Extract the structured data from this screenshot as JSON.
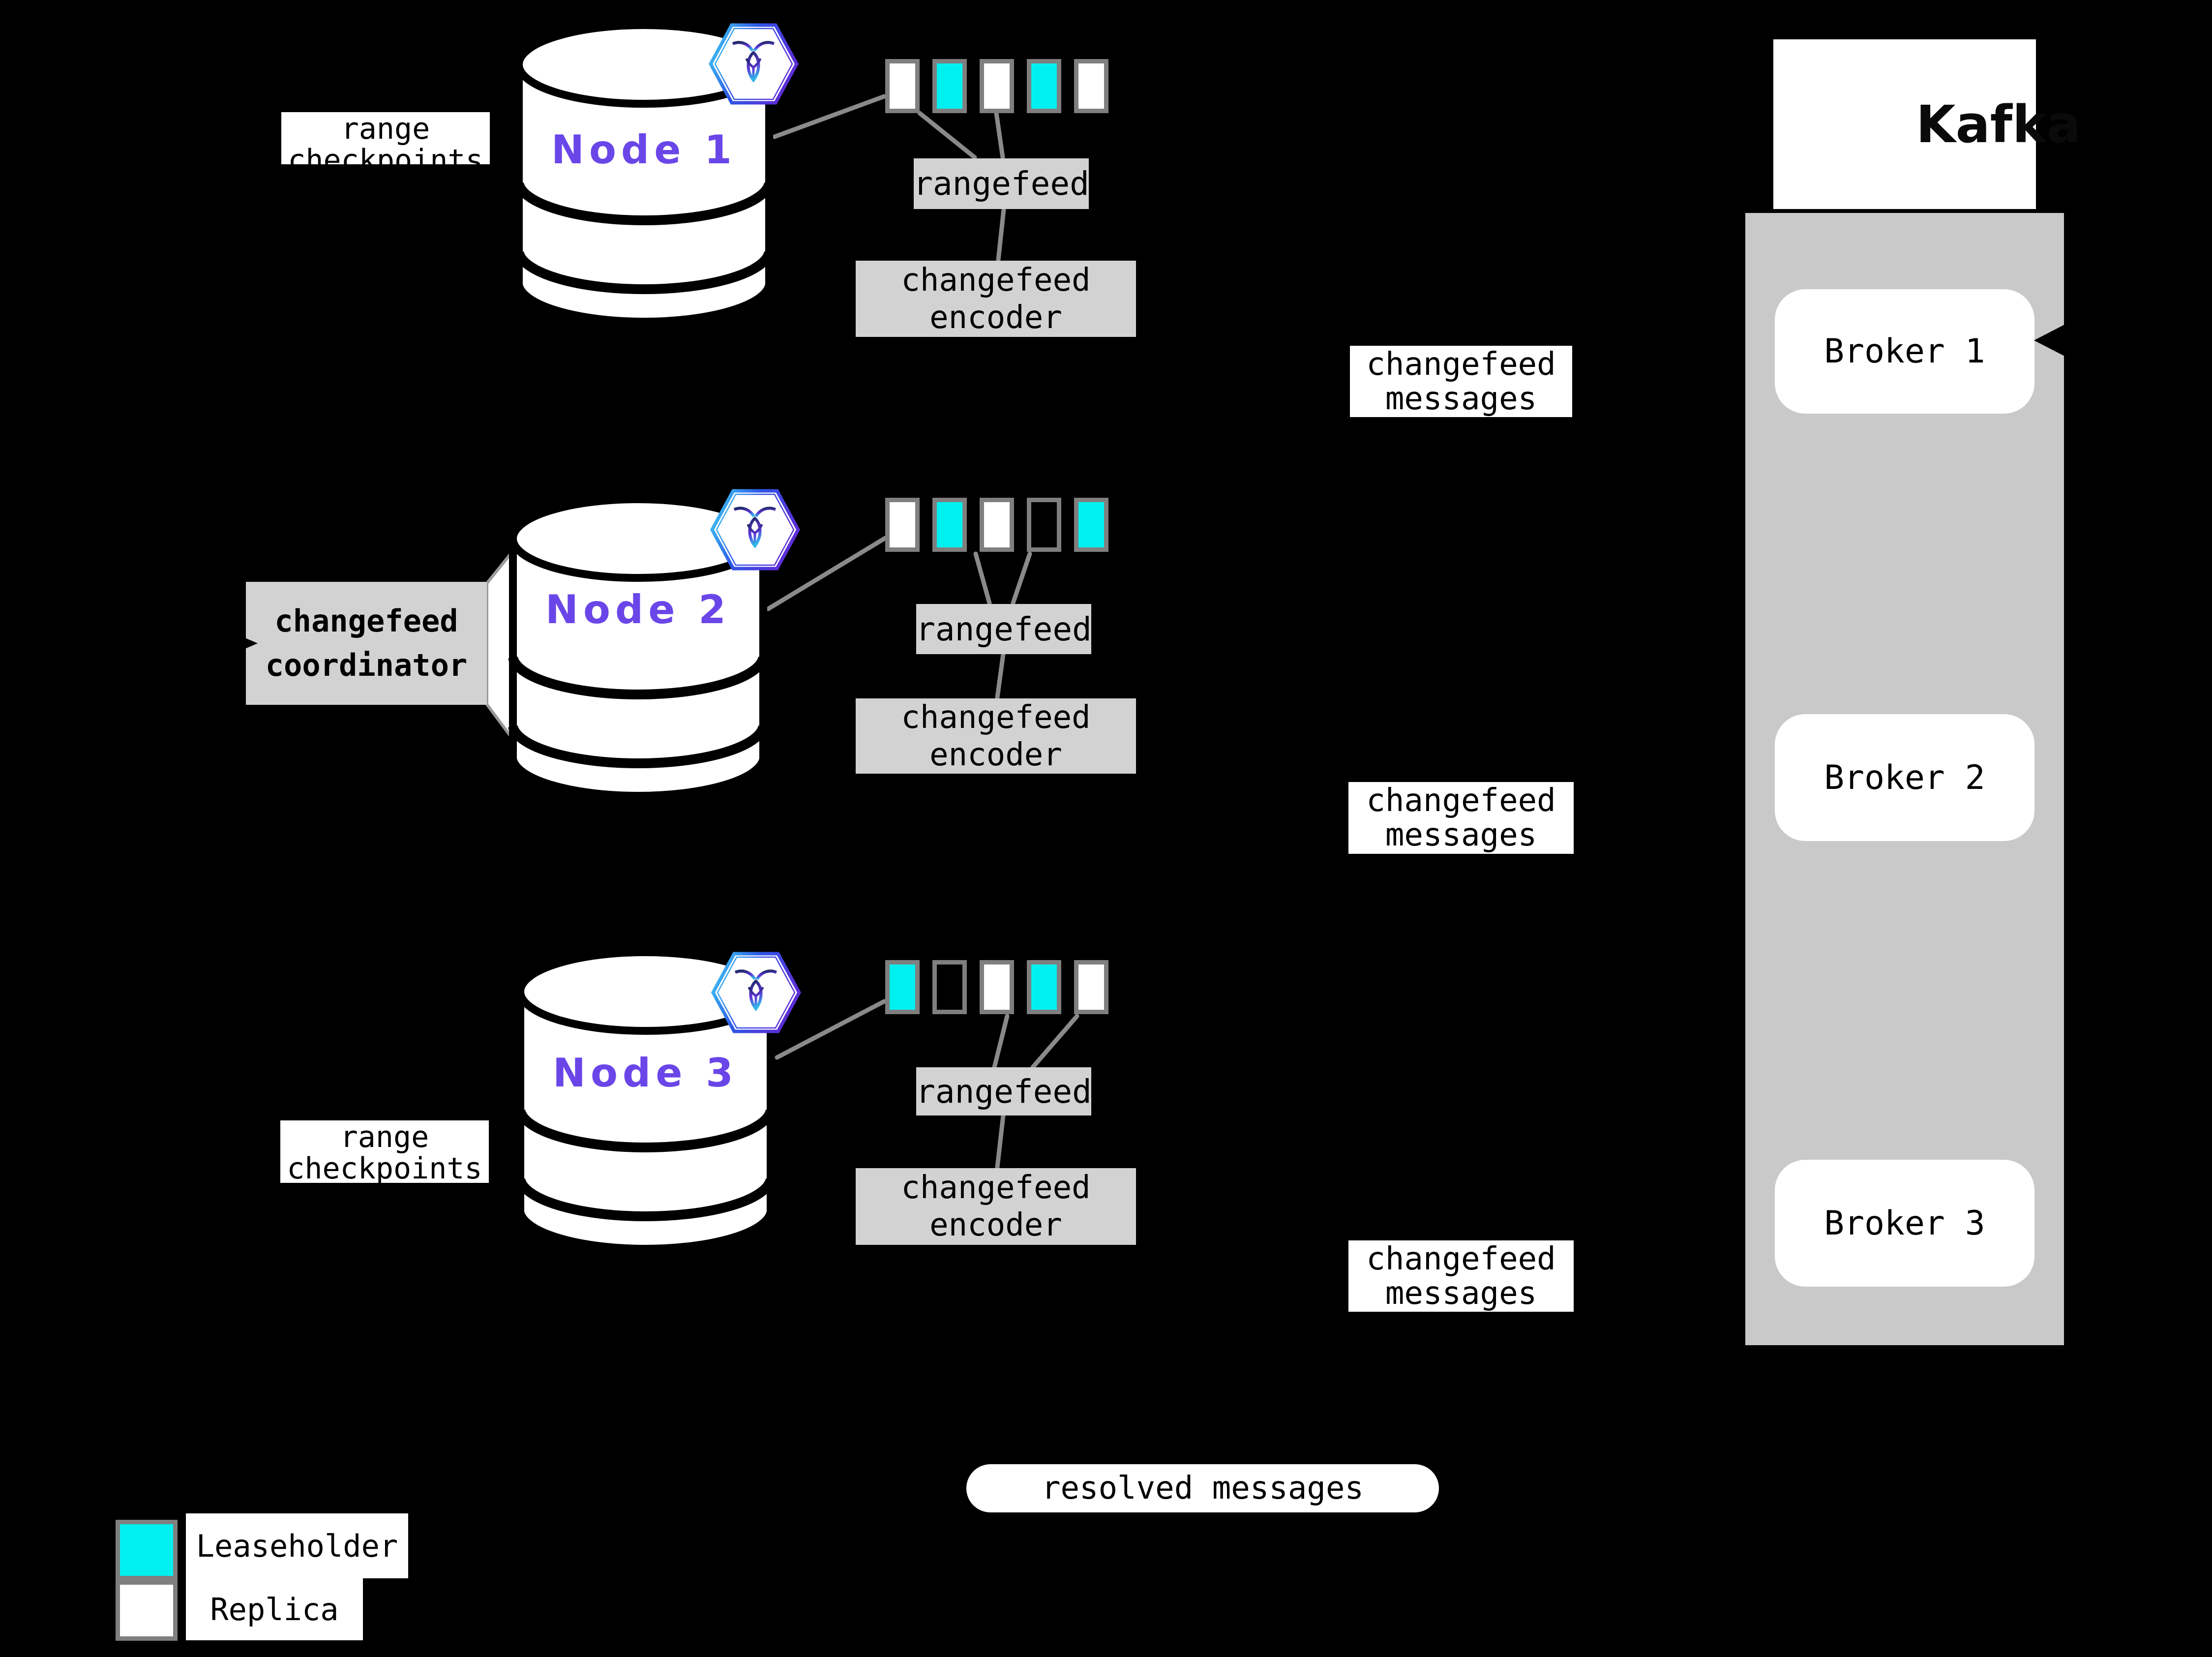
{
  "nodes": [
    {
      "name": "Node 1",
      "checkpoint": {
        "line1": "range",
        "line2": "checkpoints"
      },
      "rangefeed_label": "rangefeed",
      "encoder": {
        "line1": "changefeed",
        "line2": "encoder"
      },
      "messages": {
        "line1": "changefeed",
        "line2": "messages"
      },
      "ranges": [
        "replica",
        "leaseholder",
        "replica",
        "leaseholder",
        "replica"
      ]
    },
    {
      "name": "Node 2",
      "rangefeed_label": "rangefeed",
      "encoder": {
        "line1": "changefeed",
        "line2": "encoder"
      },
      "messages": {
        "line1": "changefeed",
        "line2": "messages"
      },
      "ranges": [
        "replica",
        "leaseholder",
        "replica",
        "empty",
        "leaseholder"
      ]
    },
    {
      "name": "Node 3",
      "checkpoint": {
        "line1": "range",
        "line2": "checkpoints"
      },
      "rangefeed_label": "rangefeed",
      "encoder": {
        "line1": "changefeed",
        "line2": "encoder"
      },
      "messages": {
        "line1": "changefeed",
        "line2": "messages"
      },
      "ranges": [
        "leaseholder",
        "empty",
        "replica",
        "leaseholder",
        "replica"
      ]
    }
  ],
  "coordinator": {
    "line1": "changefeed",
    "line2": "coordinator"
  },
  "resolved_messages": "resolved messages",
  "kafka": {
    "logo_text": "Kafka",
    "brokers": [
      {
        "label": "Broker 1"
      },
      {
        "label": "Broker 2"
      },
      {
        "label": "Broker 3"
      }
    ]
  },
  "legend": {
    "leaseholder": "Leaseholder",
    "replica": "Replica"
  },
  "colors": {
    "leaseholder": "#00F0F0",
    "replica": "#FFFFFF",
    "node_label_purple": "#6A46E8",
    "box_gray": "#D2D2D2",
    "band_gray": "#C9C9C9",
    "border_gray": "#7F7F7F",
    "line_gray": "#8A8A8A",
    "background": "#000000"
  }
}
